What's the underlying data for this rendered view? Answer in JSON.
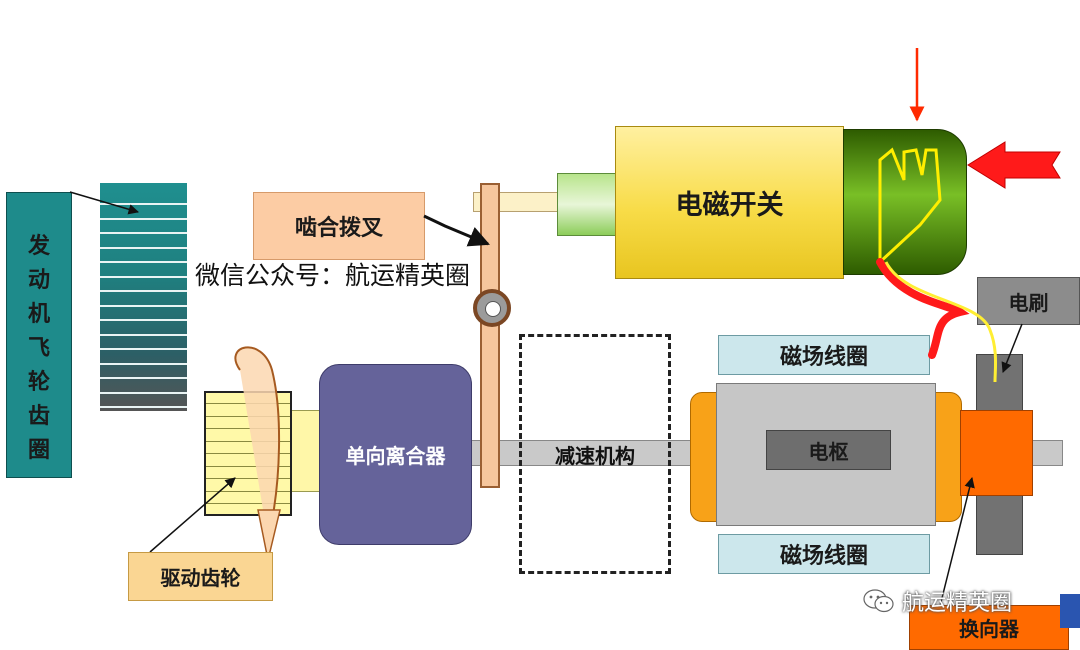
{
  "labels": {
    "flywheel": [
      "发",
      "动",
      "机",
      "飞",
      "轮",
      "齿",
      "圈"
    ],
    "shift_fork": "啮合拨叉",
    "solenoid_switch": "电磁开关",
    "one_way_clutch": "单向离合器",
    "reduction_mechanism": "减速机构",
    "field_coil_top": "磁场线圈",
    "field_coil_bottom": "磁场线圈",
    "armature": "电枢",
    "brush": "电刷",
    "commutator": "换向器",
    "drive_gear": "驱动齿轮"
  },
  "watermarks": {
    "center": "微信公众号：航运精英圈",
    "corner": "航运精英圈"
  },
  "colors": {
    "flywheel": "#1e8b8b",
    "solenoid": "#f8dc48",
    "coil": "#79bf26",
    "clutch": "#65639a",
    "pole": "#f8a218",
    "commutator": "#ff6a00",
    "arrow": "#ff1a1a"
  }
}
